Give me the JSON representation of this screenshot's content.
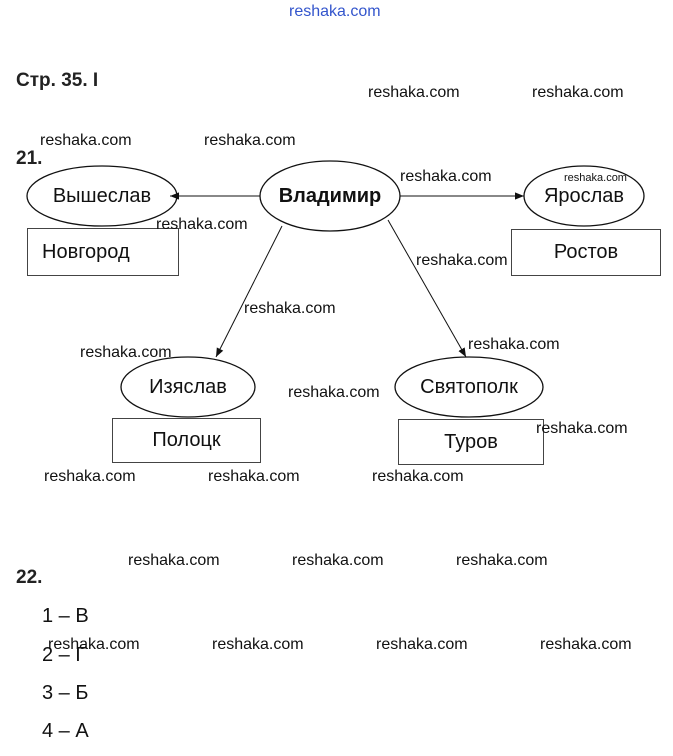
{
  "watermark": "reshaka.com",
  "page_heading": "Стр. 35. I",
  "task21": {
    "number": "21.",
    "center": "Владимир",
    "sons": [
      {
        "name": "Вышеслав",
        "city": "Новгород"
      },
      {
        "name": "Ярослав",
        "city": "Ростов"
      },
      {
        "name": "Изяслав",
        "city": "Полоцк"
      },
      {
        "name": "Святополк",
        "city": "Туров"
      }
    ]
  },
  "task22": {
    "number": "22.",
    "answers": [
      "1 – В",
      "2 – Г",
      "3 – Б",
      "4 – А"
    ]
  }
}
